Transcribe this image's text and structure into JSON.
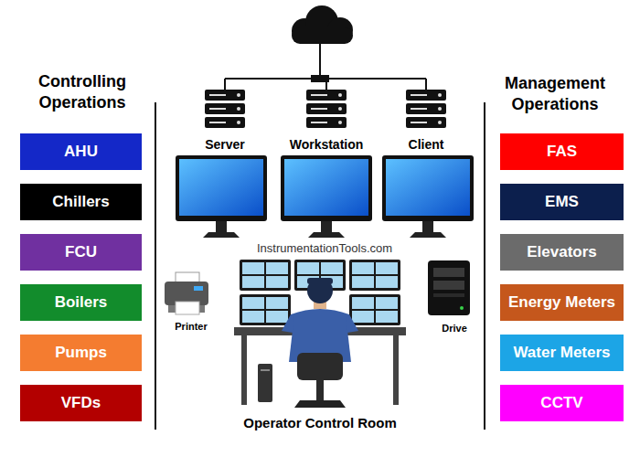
{
  "diagram": {
    "nodes": [
      {
        "text": [
          "AHU"
        ]
      },
      {
        "text": [
          "Chillers"
        ]
      },
      {
        "text": [
          "FCU"
        ]
      },
      {
        "text": [
          "Boilers"
        ]
      },
      {
        "text": [
          "Pumps"
        ]
      },
      {
        "text": [
          "VFDs"
        ]
      },
      {
        "text": [
          "FAS"
        ]
      },
      {
        "text": [
          "EMS"
        ]
      },
      {
        "text": [
          "Elevators"
        ]
      },
      {
        "text": [
          "Energy Meters"
        ]
      },
      {
        "text": [
          "Water Meters"
        ]
      },
      {
        "text": [
          "CCTV"
        ]
      }
    ],
    "labels": [
      "Controlling Operations",
      "Management Operations",
      "Server",
      "Workstation",
      "Client",
      "InstrumentationTools.com",
      "Printer",
      "Drive",
      "Operator Control Room"
    ]
  }
}
